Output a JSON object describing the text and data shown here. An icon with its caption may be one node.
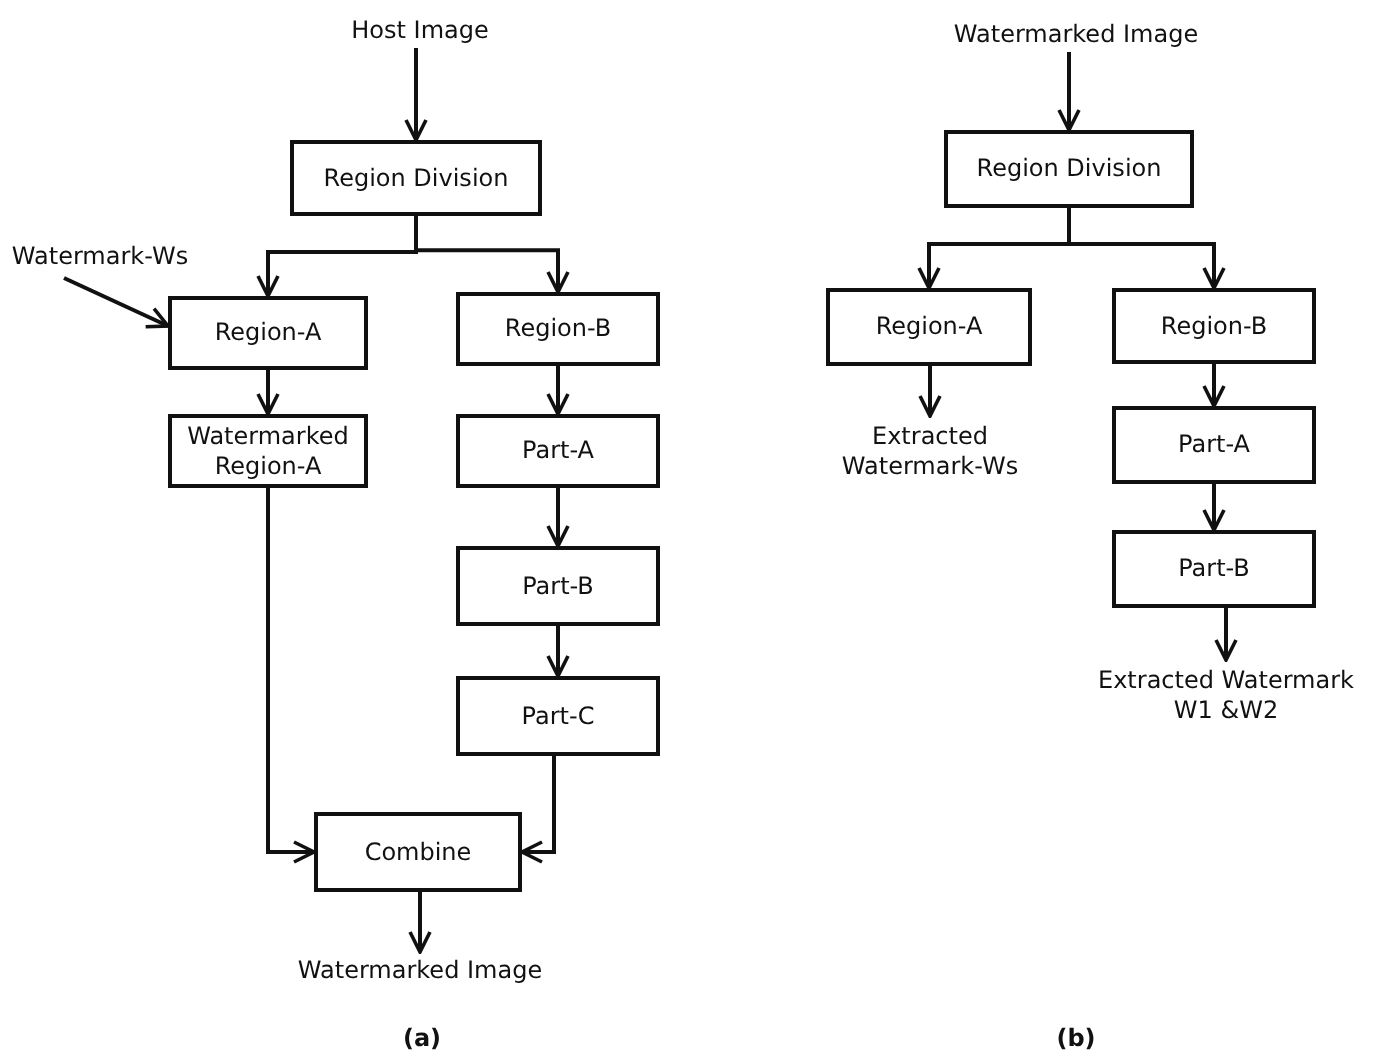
{
  "diagram": {
    "nodes": [
      {
        "text": [
          "Host Image"
        ]
      },
      {
        "text": [
          "Region Division"
        ]
      },
      {
        "text": [
          "Watermark-Ws"
        ]
      },
      {
        "text": [
          "Region-A"
        ]
      },
      {
        "text": [
          "Region-B"
        ]
      },
      {
        "text": [
          "Watermarked Region-A"
        ]
      },
      {
        "text": [
          "Part-A"
        ]
      },
      {
        "text": [
          "Part-B"
        ]
      },
      {
        "text": [
          "Part-C"
        ]
      },
      {
        "text": [
          "Combine"
        ]
      },
      {
        "text": [
          "Watermarked Image"
        ]
      },
      {
        "text": [
          "Watermarked Image"
        ]
      },
      {
        "text": [
          "Region Division"
        ]
      },
      {
        "text": [
          "Region-A"
        ]
      },
      {
        "text": [
          "Region-B"
        ]
      },
      {
        "text": [
          "Extracted Watermark-Ws"
        ]
      },
      {
        "text": [
          "Part-A"
        ]
      },
      {
        "text": [
          "Part-B"
        ]
      },
      {
        "text": [
          "Extracted Watermark W1 &W2"
        ]
      }
    ],
    "edges": [
      {
        "from": 0,
        "to": 1,
        "arrow": "to"
      },
      {
        "from": 1,
        "to": 3,
        "arrow": "to"
      },
      {
        "from": 1,
        "to": 4,
        "arrow": "to"
      },
      {
        "from": 2,
        "to": 3,
        "arrow": "to"
      },
      {
        "from": 3,
        "to": 5,
        "arrow": "to"
      },
      {
        "from": 4,
        "to": 6,
        "arrow": "to"
      },
      {
        "from": 6,
        "to": 7,
        "arrow": "to"
      },
      {
        "from": 7,
        "to": 8,
        "arrow": "to"
      },
      {
        "from": 5,
        "to": 9,
        "arrow": "to"
      },
      {
        "from": 8,
        "to": 9,
        "arrow": "to"
      },
      {
        "from": 9,
        "to": 10,
        "arrow": "to"
      },
      {
        "from": 11,
        "to": 12,
        "arrow": "to"
      },
      {
        "from": 12,
        "to": 13,
        "arrow": "to"
      },
      {
        "from": 12,
        "to": 14,
        "arrow": "to"
      },
      {
        "from": 13,
        "to": 15,
        "arrow": "to"
      },
      {
        "from": 14,
        "to": 16,
        "arrow": "to"
      },
      {
        "from": 16,
        "to": 17,
        "arrow": "to"
      },
      {
        "from": 17,
        "to": 18,
        "arrow": "to"
      }
    ],
    "labels": [
      "(a)",
      "(b)"
    ]
  }
}
